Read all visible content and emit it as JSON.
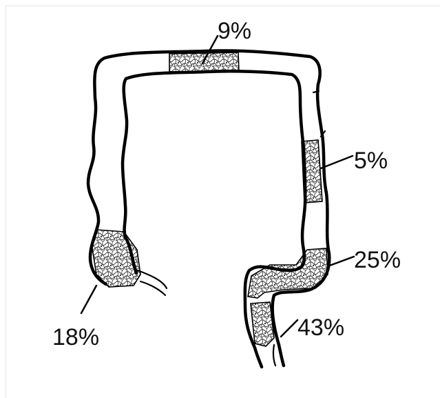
{
  "labels": {
    "transverse": "9%",
    "descending": "5%",
    "sigmoid": "25%",
    "rectum": "43%",
    "cecum": "18%"
  }
}
